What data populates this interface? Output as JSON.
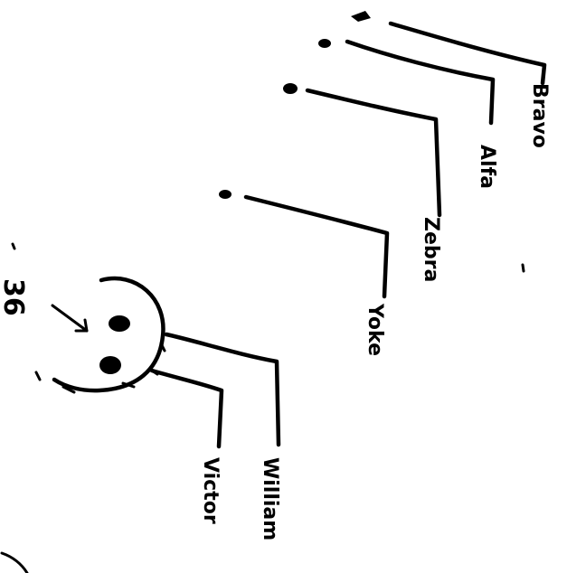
{
  "diagram": {
    "reference_numeral": "36",
    "labels": {
      "bravo": "Bravo",
      "alfa": "Alfa",
      "zebra": "Zebra",
      "yoke": "Yoke",
      "william": "William",
      "victor": "Victor"
    }
  }
}
